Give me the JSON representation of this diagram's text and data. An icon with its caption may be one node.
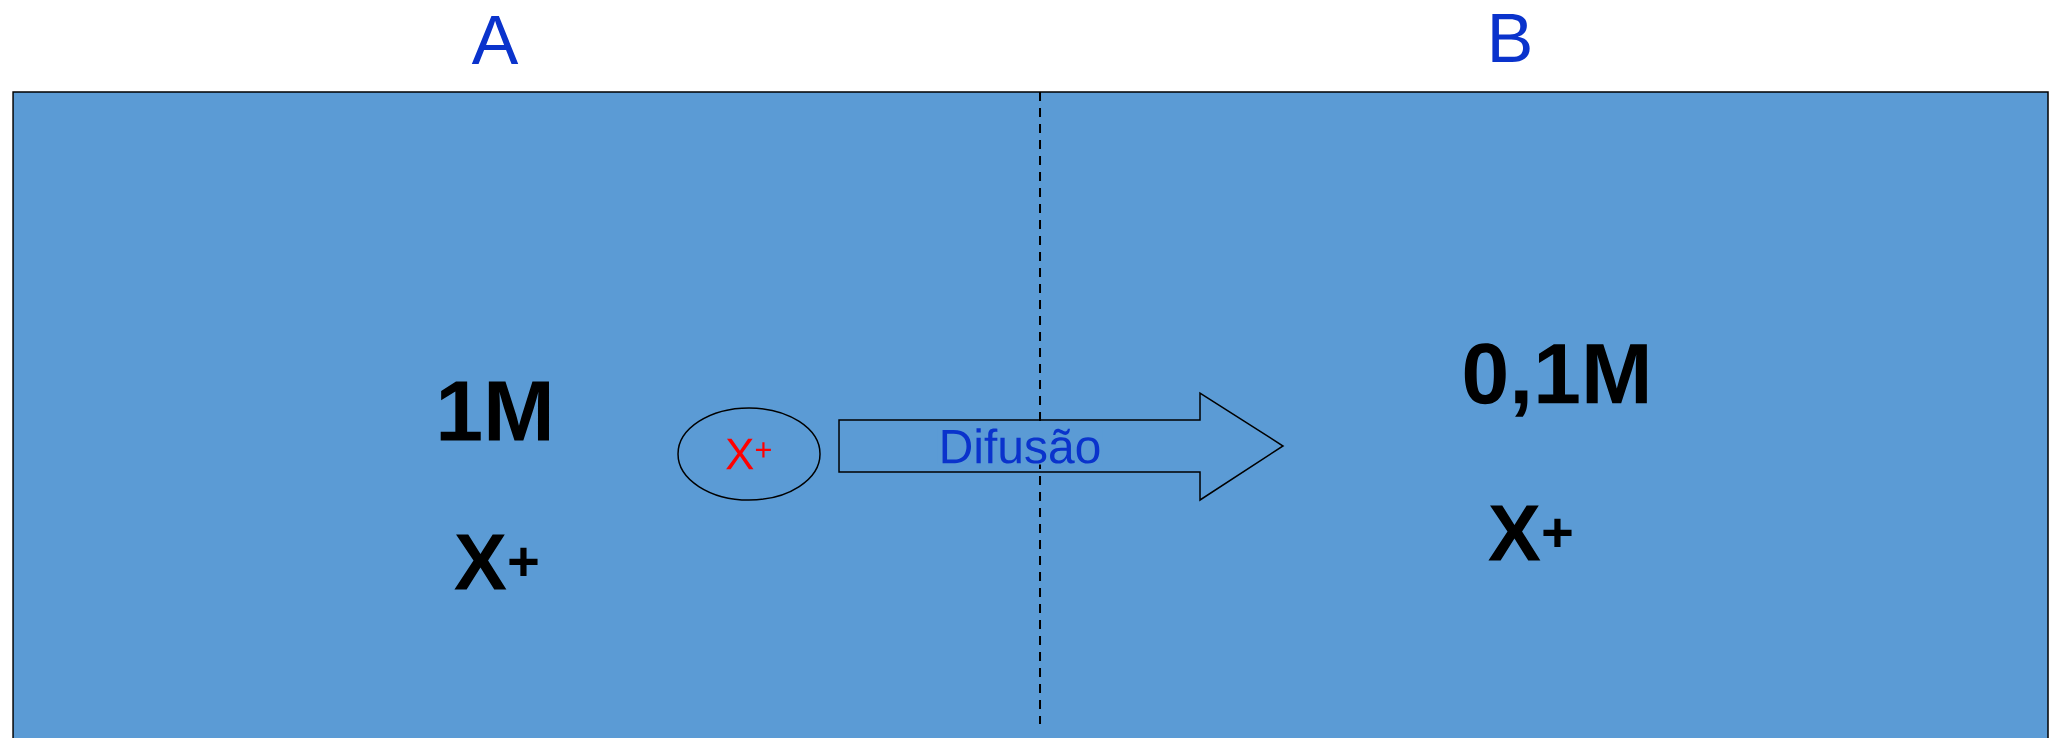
{
  "diagram": {
    "nodes": [
      {
        "text": [
          "X$^{+}$"
        ]
      },
      {
        "text": [
          "Difusão"
        ]
      }
    ],
    "labels": [
      "A",
      "B",
      "1M",
      "X$^{+}$",
      "0,1M",
      "X$^{+}$"
    ]
  }
}
